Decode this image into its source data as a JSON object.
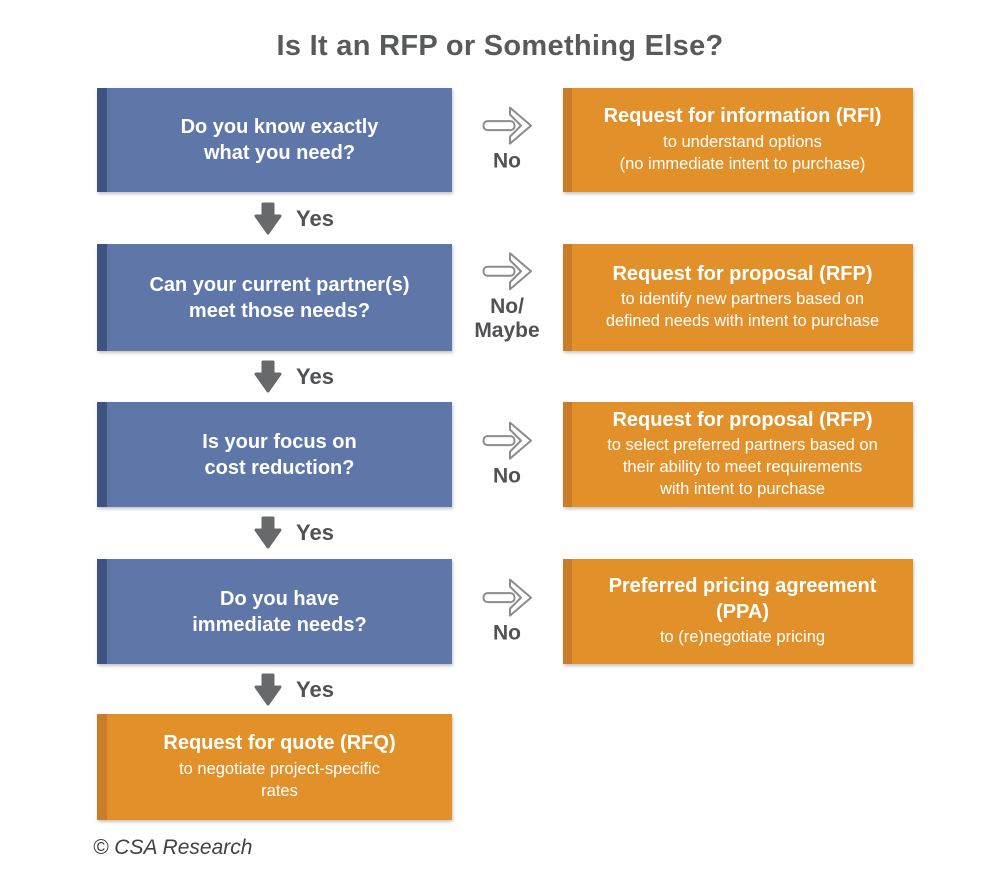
{
  "title": "Is It an RFP or Something Else?",
  "footer": "© CSA Research",
  "colors": {
    "question-bg": "#5f77a8",
    "question-stripe": "#3d5480",
    "result-bg": "#e2912a",
    "result-stripe": "#c97d28",
    "box-text": "#ffffff",
    "title-text": "#58595b",
    "label-text": "#515254",
    "arrow-gray": "#68696b",
    "arrow-outline": "#8c8c8c",
    "footer-text": "#414142"
  },
  "rows": [
    {
      "question": "Do you know exactly\nwhat you need?",
      "no_label": "No",
      "result_title": "Request for information (RFI)",
      "result_description": "to understand options\n(no immediate intent to purchase)",
      "yes_label": "Yes"
    },
    {
      "question": "Can your current partner(s)\nmeet those needs?",
      "no_label": "No/\nMaybe",
      "result_title": "Request for proposal (RFP)",
      "result_description": "to identify new partners based on\ndefined needs with intent to purchase",
      "yes_label": "Yes"
    },
    {
      "question": "Is your focus on\ncost reduction?",
      "no_label": "No",
      "result_title": "Request for proposal (RFP)",
      "result_description": "to select preferred partners based on\ntheir ability to meet requirements\nwith intent to purchase",
      "yes_label": "Yes"
    },
    {
      "question": "Do you have\nimmediate needs?",
      "no_label": "No",
      "result_title": "Preferred pricing agreement\n(PPA)",
      "result_description": "to (re)negotiate pricing",
      "yes_label": "Yes"
    }
  ],
  "final_result": {
    "title": "Request for quote (RFQ)",
    "description": "to negotiate project-specific\nrates"
  }
}
